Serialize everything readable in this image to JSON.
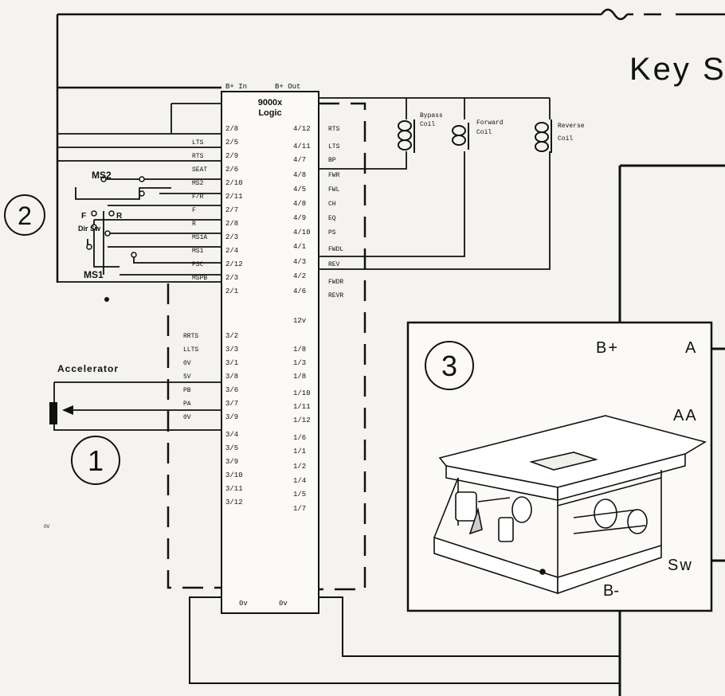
{
  "key_switch": {
    "label": "Key S"
  },
  "logic_box": {
    "header_left": "B+ In",
    "header_right": "B+ Out",
    "title_line1": "9000x",
    "title_line2": "Logic",
    "footer_left": "0v",
    "footer_right": "0v",
    "left_pins": [
      {
        "id": "l1",
        "signal": "",
        "pin": "2/8"
      },
      {
        "id": "l2",
        "signal": "LTS",
        "pin": "2/5"
      },
      {
        "id": "l3",
        "signal": "RTS",
        "pin": "2/9"
      },
      {
        "id": "l4",
        "signal": "SEAT",
        "pin": "2/6"
      },
      {
        "id": "l5",
        "signal": "MS2",
        "pin": "2/10"
      },
      {
        "id": "l6",
        "signal": "F/R",
        "pin": "2/11"
      },
      {
        "id": "l7",
        "signal": "F",
        "pin": "2/7"
      },
      {
        "id": "l8",
        "signal": "R",
        "pin": "2/8"
      },
      {
        "id": "l9",
        "signal": "MS1A",
        "pin": "2/3"
      },
      {
        "id": "l10",
        "signal": "MS1",
        "pin": "2/4"
      },
      {
        "id": "l11",
        "signal": "PSC",
        "pin": "2/12"
      },
      {
        "id": "l12",
        "signal": "MSPB",
        "pin": "2/3"
      },
      {
        "id": "l13",
        "signal": "",
        "pin": "2/1"
      },
      {
        "id": "l14",
        "signal": "RRTS",
        "pin": "3/2"
      },
      {
        "id": "l15",
        "signal": "LLTS",
        "pin": "3/3"
      },
      {
        "id": "l16",
        "signal": "0V",
        "pin": "3/1"
      },
      {
        "id": "l17",
        "signal": "5V",
        "pin": "3/8"
      },
      {
        "id": "l18",
        "signal": "PB",
        "pin": "3/6"
      },
      {
        "id": "l19",
        "signal": "PA",
        "pin": "3/7"
      },
      {
        "id": "l20",
        "signal": "0V",
        "pin": "3/9"
      },
      {
        "id": "l21",
        "signal": "",
        "pin": "3/4"
      },
      {
        "id": "l22",
        "signal": "",
        "pin": "3/5"
      },
      {
        "id": "l23",
        "signal": "",
        "pin": "3/9"
      },
      {
        "id": "l24",
        "signal": "",
        "pin": "3/10"
      },
      {
        "id": "l25",
        "signal": "",
        "pin": "3/11"
      },
      {
        "id": "l26",
        "signal": "",
        "pin": "3/12"
      }
    ],
    "right_pins": [
      {
        "id": "r1",
        "pin": "4/12",
        "signal": "RTS"
      },
      {
        "id": "r2",
        "pin": "4/11",
        "signal": "LTS"
      },
      {
        "id": "r3",
        "pin": "4/7",
        "signal": "BP"
      },
      {
        "id": "r4",
        "pin": "4/8",
        "signal": "FWR"
      },
      {
        "id": "r5",
        "pin": "4/5",
        "signal": "FWL"
      },
      {
        "id": "r6",
        "pin": "4/8",
        "signal": "CH"
      },
      {
        "id": "r7",
        "pin": "4/9",
        "signal": "EQ"
      },
      {
        "id": "r8",
        "pin": "4/10",
        "signal": "PS"
      },
      {
        "id": "r9",
        "pin": "4/1",
        "signal": "FWDL"
      },
      {
        "id": "r10",
        "pin": "4/3",
        "signal": "REV"
      },
      {
        "id": "r11",
        "pin": "4/2",
        "signal": "FWDR"
      },
      {
        "id": "r12",
        "pin": "4/6",
        "signal": "REVR"
      },
      {
        "id": "r13",
        "pin": "12v",
        "signal": ""
      },
      {
        "id": "r14",
        "pin": "1/8",
        "signal": ""
      },
      {
        "id": "r15",
        "pin": "1/3",
        "signal": ""
      },
      {
        "id": "r16",
        "pin": "1/8",
        "signal": ""
      },
      {
        "id": "r17",
        "pin": "1/10",
        "signal": ""
      },
      {
        "id": "r18",
        "pin": "1/11",
        "signal": ""
      },
      {
        "id": "r19",
        "pin": "1/12",
        "signal": ""
      },
      {
        "id": "r20",
        "pin": "1/6",
        "signal": ""
      },
      {
        "id": "r21",
        "pin": "1/1",
        "signal": ""
      },
      {
        "id": "r22",
        "pin": "1/2",
        "signal": ""
      },
      {
        "id": "r23",
        "pin": "1/4",
        "signal": ""
      },
      {
        "id": "r24",
        "pin": "1/5",
        "signal": ""
      },
      {
        "id": "r25",
        "pin": "1/7",
        "signal": ""
      }
    ]
  },
  "coils": {
    "bypass": {
      "line1": "Bypass",
      "line2": "Coil"
    },
    "forward": {
      "line1": "Forward",
      "line2": "Coil"
    },
    "reverse": {
      "line1": "Reverse",
      "line2": "Coil"
    }
  },
  "switches": {
    "ms2": "MS2",
    "ms1": "MS1",
    "dir_sw": "Dir Sw",
    "f": "F",
    "r": "R"
  },
  "accelerator": {
    "label": "Accelerator"
  },
  "controller": {
    "b_plus": "B+",
    "a": "A",
    "aa": "AA",
    "sw": "Sw",
    "b_minus": "B-"
  },
  "callouts": {
    "one": "1",
    "two": "2",
    "three": "3"
  },
  "misc": {
    "zero_v_mark": "0V"
  }
}
